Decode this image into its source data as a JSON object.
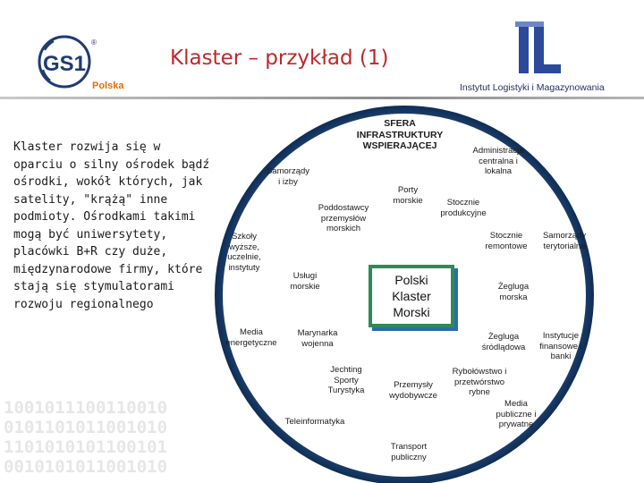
{
  "header": {
    "title": "Klaster – przykład (1)",
    "gs1_logo_text": "GS1",
    "gs1_logo_subtext": "Polska",
    "ilim_logo_text": "IL",
    "ilim_label": "Instytut Logistyki i Magazynowania"
  },
  "intro_text": "Klaster rozwija się w oparciu o silny ośrodek bądź ośrodki, wokół których, jak satelity, \"krążą\" inne podmioty. Ośrodkami takimi mogą być uniwersytety, placówki B+R czy duże, międzynarodowe firmy, które stają się stymulatorami rozwoju regionalnego",
  "diagram": {
    "sphere_label": "SFERA\nINFRASTRUKTURY\nWSPIERAJĄCEJ",
    "center_label": "Polski\nKlaster\nMorski",
    "nodes": [
      "Administracja\ncentralna i\nlokalna",
      "Samorządy\ni izby",
      "Porty\nmorskie",
      "Poddostawcy\nprzemysłów\nmorskich",
      "Stocznie\nprodukcyjne",
      "Szkoły\nwyższe,\nuczelnie,\ninstytuty",
      "Stocznie\nremontowe",
      "Samorządy\nterytorialne",
      "Usługi\nmorskie",
      "Żegluga\nmorska",
      "Media\nenergetyczne",
      "Marynarka\nwojenna",
      "Żegluga\nśródlądowa",
      "Instytucje\nfinansowe i\nbanki",
      "Jechting\nSporty\nTurystyka",
      "Przemysły\nwydobywcze",
      "Rybołówstwo i\nprzetwórstwo\nrybne",
      "Media\npubliczne i\nprywatne",
      "Teleinformatyka",
      "Transport\npubliczny"
    ]
  },
  "watermark": {
    "lines": [
      "1001011100110010",
      "0101101011001010",
      "1101010101100101",
      "0010101011001010"
    ]
  },
  "colors": {
    "title": "#c0272d",
    "gs1_blue": "#1f3b73",
    "gs1_orange": "#e36c0a",
    "ilim_blue": "#2b4a9a",
    "ring_dark": "#0e2d55",
    "ring_light": "#6f8fb8",
    "center_border": "#2e8b57",
    "center_shadow": "#2b6cb0"
  }
}
